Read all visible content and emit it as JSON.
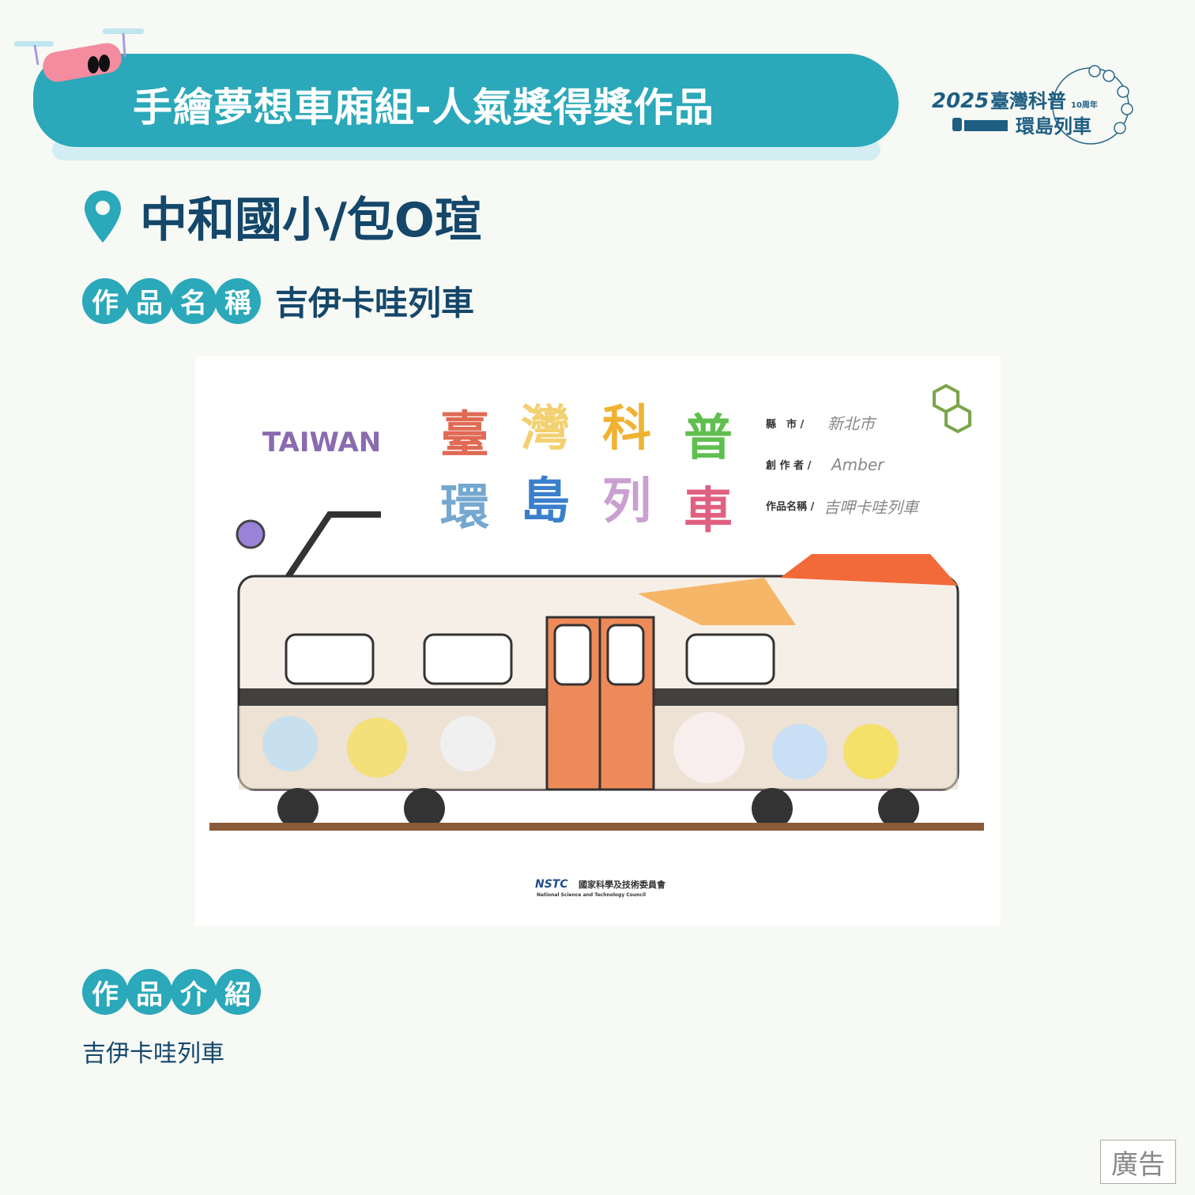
{
  "header": {
    "title": "手繪夢想車廂組-人氣獎得獎作品"
  },
  "logo": {
    "year": "2025",
    "line1": "臺灣科普",
    "anniversary": "10周年",
    "line2": "環島列車"
  },
  "location": {
    "icon": "map-pin-icon",
    "text": "中和國小/包O瑄"
  },
  "work_name": {
    "label_chars": [
      "作",
      "品",
      "名",
      "稱"
    ],
    "value": "吉伊卡哇列車"
  },
  "artwork": {
    "brand": "TAIWAN",
    "title_chars": [
      "臺",
      "灣",
      "科",
      "普",
      "環",
      "島",
      "列",
      "車"
    ],
    "form": {
      "city_label": "縣　市 /",
      "city_value": "新北市",
      "author_label": "創 作 者 /",
      "author_value": "Amber",
      "title_label": "作品名稱 /",
      "title_value": "吉呷卡哇列車"
    },
    "footer": {
      "org_abbr": "NSTC",
      "org_zh": "國家科學及技術委員會",
      "org_en": "National Science and Technology Council"
    }
  },
  "intro": {
    "label_chars": [
      "作",
      "品",
      "介",
      "紹"
    ],
    "text": "吉伊卡哇列車"
  },
  "ad": {
    "label": "廣告"
  },
  "colors": {
    "teal": "#2ba8b9",
    "navy": "#14476a",
    "light_teal": "#d3eef3"
  }
}
